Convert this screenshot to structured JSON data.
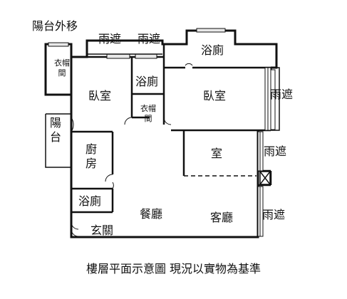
{
  "labels": {
    "balcony_outward": "陽台外移",
    "closet_left": "衣帽間",
    "canopy_1": "雨遮",
    "canopy_2": "雨遮",
    "bath_top": "浴廁",
    "bath_mid": "浴廁",
    "bedroom_left": "臥室",
    "bedroom_right": "臥室",
    "canopy_right_1": "雨遮",
    "closet_mid": "衣帽間",
    "balcony": "陽台",
    "kitchen": "廚房",
    "room": "室",
    "canopy_right_2": "雨遮",
    "bath_bottom": "浴廁",
    "dining": "餐廳",
    "living": "客廳",
    "canopy_right_3": "雨遮",
    "entrance": "玄關"
  },
  "caption": "樓層平面示意圖 現況以實物為基準",
  "colors": {
    "wall": "#111111",
    "background": "#ffffff",
    "window_fill": "#e8e8e8"
  }
}
